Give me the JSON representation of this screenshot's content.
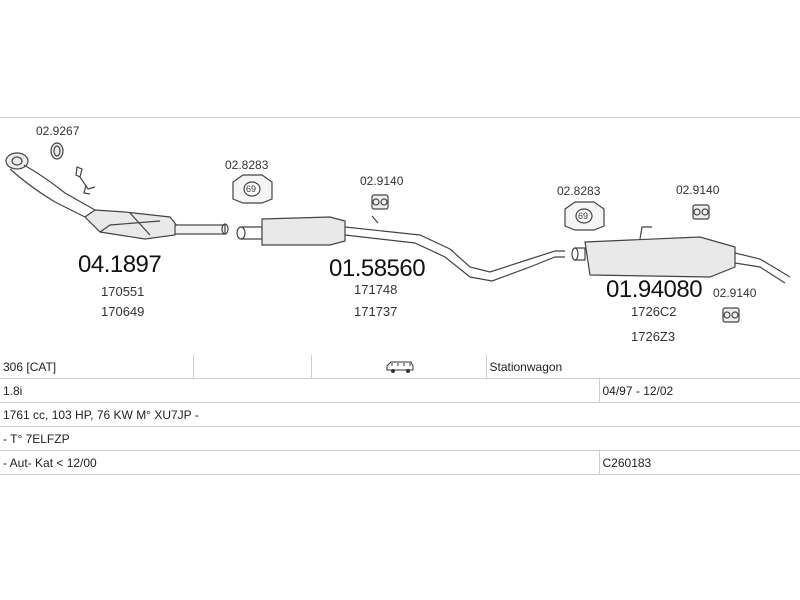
{
  "parts": {
    "p1": {
      "label": "02.9267"
    },
    "p2": {
      "code": "04.1897",
      "ref1": "170551",
      "ref2": "170649"
    },
    "p3": {
      "label": "02.8283",
      "badge": "69"
    },
    "p4": {
      "label": "02.9140"
    },
    "p5": {
      "code": "01.58560",
      "ref1": "171748",
      "ref2": "171737"
    },
    "p6": {
      "label": "02.8283",
      "badge": "69"
    },
    "p7": {
      "label": "02.9140"
    },
    "p8": {
      "code": "01.94080",
      "ref1": "1726C2",
      "ref2": "1726Z3"
    },
    "p9": {
      "label": "02.9140"
    }
  },
  "specs": {
    "row1": {
      "model": "306  [CAT]",
      "body_icon": "station-wagon-icon",
      "body_type": "Stationwagon"
    },
    "row2": {
      "engine": "1.8i",
      "period": "04/97 - 12/02"
    },
    "row3": {
      "details": "1761 cc, 103 HP, 76 KW M° XU7JP -"
    },
    "row4": {
      "type_code": "- T° 7ELFZP"
    },
    "row5": {
      "note": "- Aut- Kat < 12/00",
      "catalog_no": "C260183"
    }
  }
}
